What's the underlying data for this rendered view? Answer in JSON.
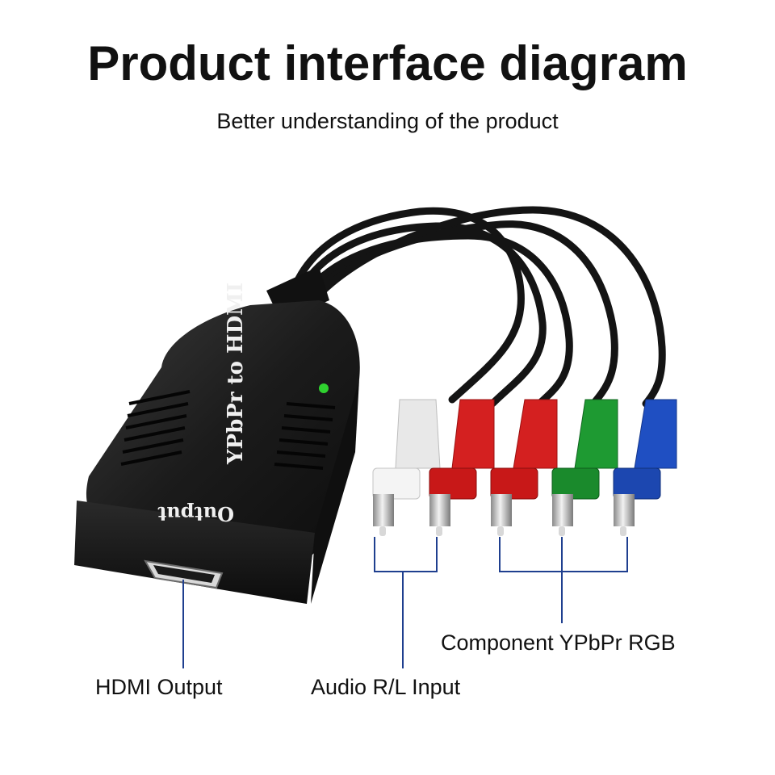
{
  "header": {
    "title": "Product interface diagram",
    "subtitle": "Better understanding of the product"
  },
  "device": {
    "top_label": "YPbPr to HDMI",
    "front_label": "Output",
    "led_color": "#2fd12f"
  },
  "callouts": {
    "hdmi_output": "HDMI Output",
    "audio_input": "Audio R/L Input",
    "component_input": "Component YPbPr RGB"
  },
  "connectors": [
    {
      "name": "audio-white",
      "color": "#e8e8e8"
    },
    {
      "name": "audio-red",
      "color": "#d42020"
    },
    {
      "name": "video-red",
      "color": "#d42020"
    },
    {
      "name": "video-green",
      "color": "#1e9a32"
    },
    {
      "name": "video-blue",
      "color": "#1f4fc2"
    }
  ],
  "colors": {
    "callout_line": "#1f3f8f",
    "device_body": "#1a1a1a"
  }
}
